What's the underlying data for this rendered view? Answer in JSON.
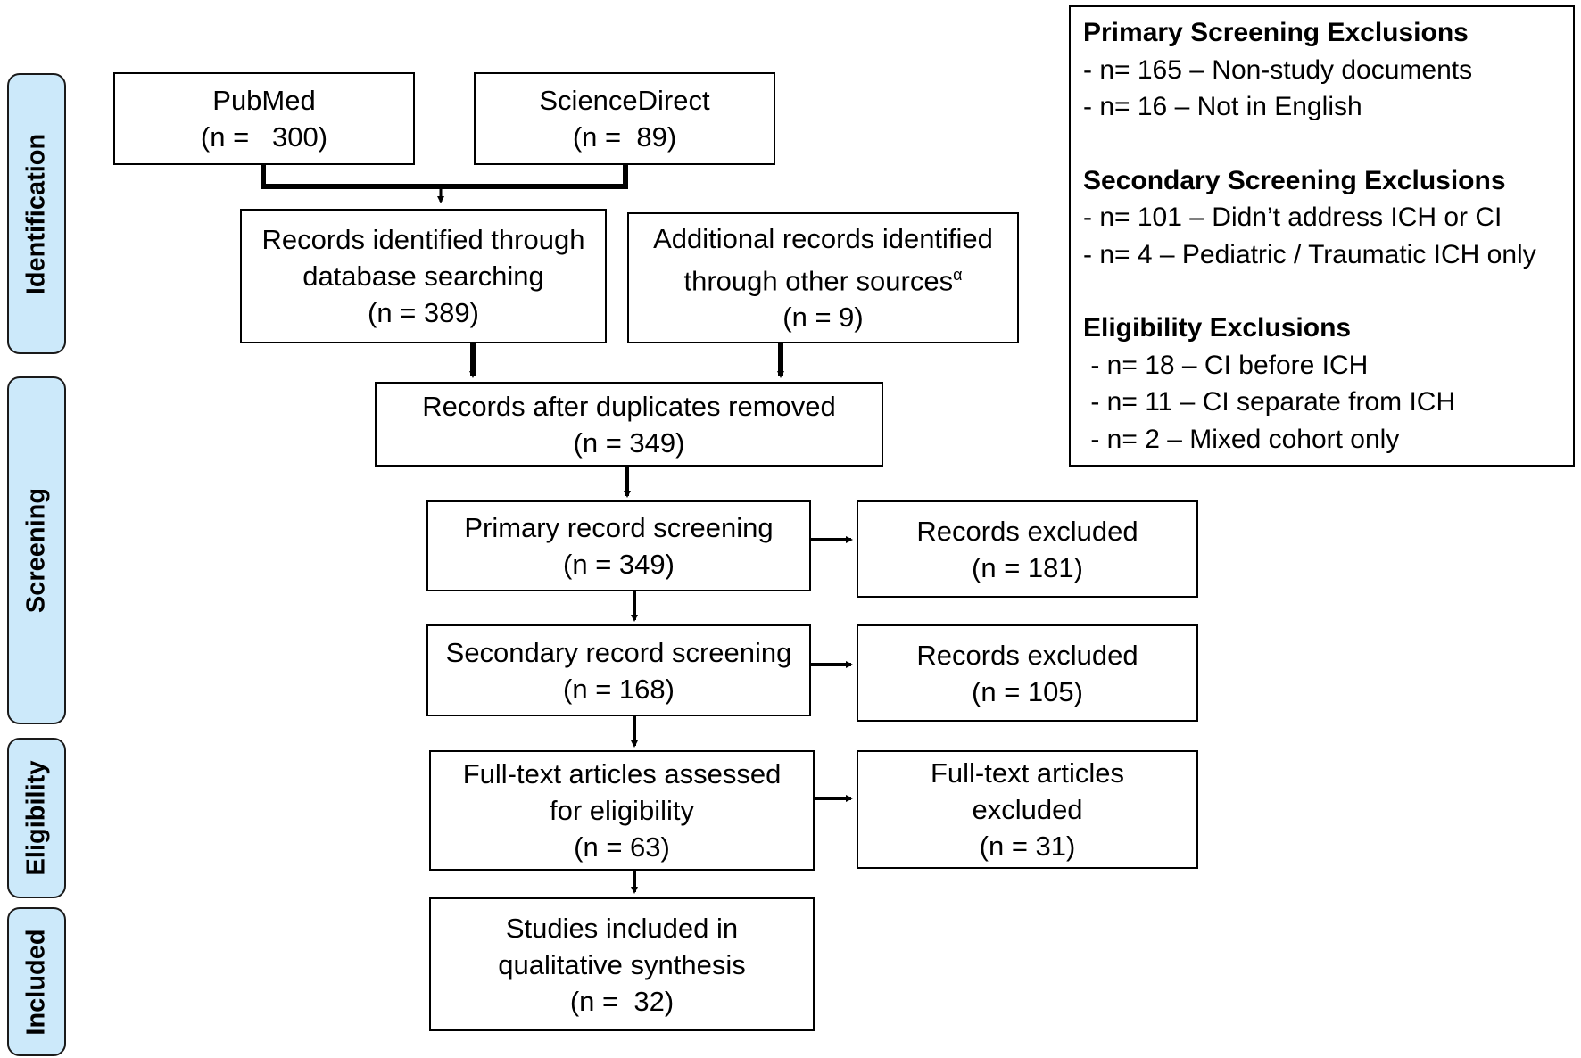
{
  "phases": [
    {
      "id": "identification",
      "label": "Identification"
    },
    {
      "id": "screening",
      "label": "Screening"
    },
    {
      "id": "eligibility",
      "label": "Eligibility"
    },
    {
      "id": "included",
      "label": "Included"
    }
  ],
  "boxes": {
    "pubmed": {
      "lines": [
        "PubMed",
        "(n =   300)"
      ]
    },
    "sciencedirect": {
      "lines": [
        "ScienceDirect",
        "(n =  89)"
      ]
    },
    "database_records": {
      "lines": [
        "Records identified through",
        "database searching",
        "(n = 389)"
      ]
    },
    "other_sources": {
      "lines": [
        "Additional records identified",
        "through other sources",
        "(n = 9)"
      ],
      "superscript": "α"
    },
    "duplicates_removed": {
      "lines": [
        "Records after duplicates removed",
        "(n = 349)"
      ]
    },
    "primary_screening": {
      "lines": [
        "Primary record screening",
        "(n = 349)"
      ]
    },
    "primary_excluded": {
      "lines": [
        "Records excluded",
        "(n = 181)"
      ]
    },
    "secondary_screening": {
      "lines": [
        "Secondary record screening",
        "(n = 168)"
      ]
    },
    "secondary_excluded": {
      "lines": [
        "Records excluded",
        "(n = 105)"
      ]
    },
    "fulltext_assessed": {
      "lines": [
        "Full-text articles assessed",
        "for eligibility",
        "(n = 63)"
      ]
    },
    "fulltext_excluded": {
      "lines": [
        "Full-text articles",
        "excluded",
        "(n = 31)"
      ]
    },
    "included_studies": {
      "lines": [
        "Studies included in",
        "qualitative synthesis",
        "(n =  32)"
      ]
    }
  },
  "legend": {
    "sections": [
      {
        "title": "Primary Screening Exclusions",
        "items": [
          "- n= 165 – Non-study documents",
          "- n= 16 – Not in English"
        ]
      },
      {
        "title": "Secondary Screening Exclusions",
        "items": [
          "- n= 101 – Didn’t address ICH or CI",
          "- n= 4 – Pediatric / Traumatic ICH only"
        ]
      },
      {
        "title": "Eligibility Exclusions",
        "items": [
          " - n= 18 – CI before ICH",
          " - n= 11 – CI separate from ICH",
          " - n= 2 – Mixed cohort only"
        ]
      }
    ]
  }
}
